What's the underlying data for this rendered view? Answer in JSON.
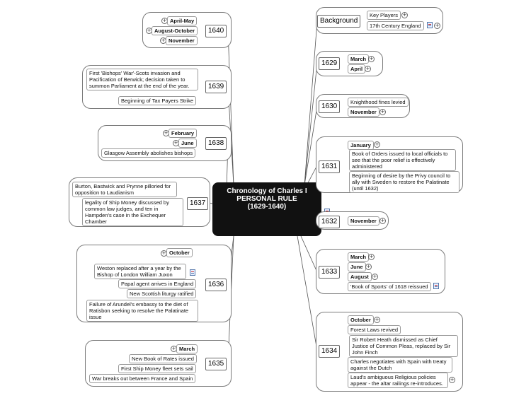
{
  "central": {
    "line1": "Chronology of Charles I",
    "line2": "PERSONAL RULE",
    "line3": "(1629-1640)"
  },
  "right": {
    "background": {
      "label": "Background",
      "items": [
        "Key Players",
        "17th Century England"
      ]
    },
    "y1629": {
      "year": "1629",
      "items": [
        "March",
        "April"
      ]
    },
    "y1630": {
      "year": "1630",
      "items": [
        "Knighthood fines levied",
        "November"
      ]
    },
    "y1631": {
      "year": "1631",
      "items": [
        "January",
        "Book of Orders issued to local officials to see that the poor relief is effectively administered",
        "Beginning of desire by the Privy council to ally with Sweden to restore the Palatinate (until 1632)"
      ]
    },
    "y1632": {
      "year": "1632",
      "items": [
        "November"
      ]
    },
    "y1633": {
      "year": "1633",
      "items": [
        "March",
        "June",
        "August",
        "'Book of Sports' of 1618 reissued"
      ]
    },
    "y1634": {
      "year": "1634",
      "items": [
        "October",
        "Forest Laws revived",
        "Sir Robert Heath dismissed as Chief Justice of Common Pleas, replaced by Sir John Finch",
        "Charles negotiates with Spain with treaty against the Dutch",
        "Laud's ambiguous Religious policies appear - the altar railings re-introduces."
      ]
    }
  },
  "left": {
    "y1640": {
      "year": "1640",
      "items": [
        "April-May",
        "August-October",
        "November"
      ]
    },
    "y1639": {
      "year": "1639",
      "items": [
        "First 'Bishops' War'-Scots invasion and Pacification of Berwick; decision taken to summon Parliament at the end of the year.",
        "Beginning of Tax Payers Strike"
      ]
    },
    "y1638": {
      "year": "1638",
      "items": [
        "February",
        "June",
        "Glasgow Assembly abolishes bishops"
      ]
    },
    "y1637": {
      "year": "1637",
      "items": [
        "Burton, Bastwick and Prynne pilloried for opposition to Laudianism",
        "legality of Ship Money discussed by common law judges, and ten in Hampden's case in the Exchequer Chamber"
      ]
    },
    "y1636": {
      "year": "1636",
      "items": [
        "October",
        "Weston replaced after a year by the Bishop of London William Juxon",
        "Papal agent arrives in England",
        "New Scottish liturgy ratified",
        "Failure of Arundel's embassy to the diet of Ratisbon seeking to resolve the Palatinate issue"
      ]
    },
    "y1635": {
      "year": "1635",
      "items": [
        "March",
        "New Book of Rates issued",
        "First Ship Money fleet sets sail",
        "War breaks out between France and Spain"
      ]
    }
  },
  "icons": {
    "expand": "plus-icon",
    "note": "note-icon"
  },
  "colors": {
    "central_bg": "#111111",
    "central_text": "#ffffff",
    "border": "#7a7a7a"
  }
}
